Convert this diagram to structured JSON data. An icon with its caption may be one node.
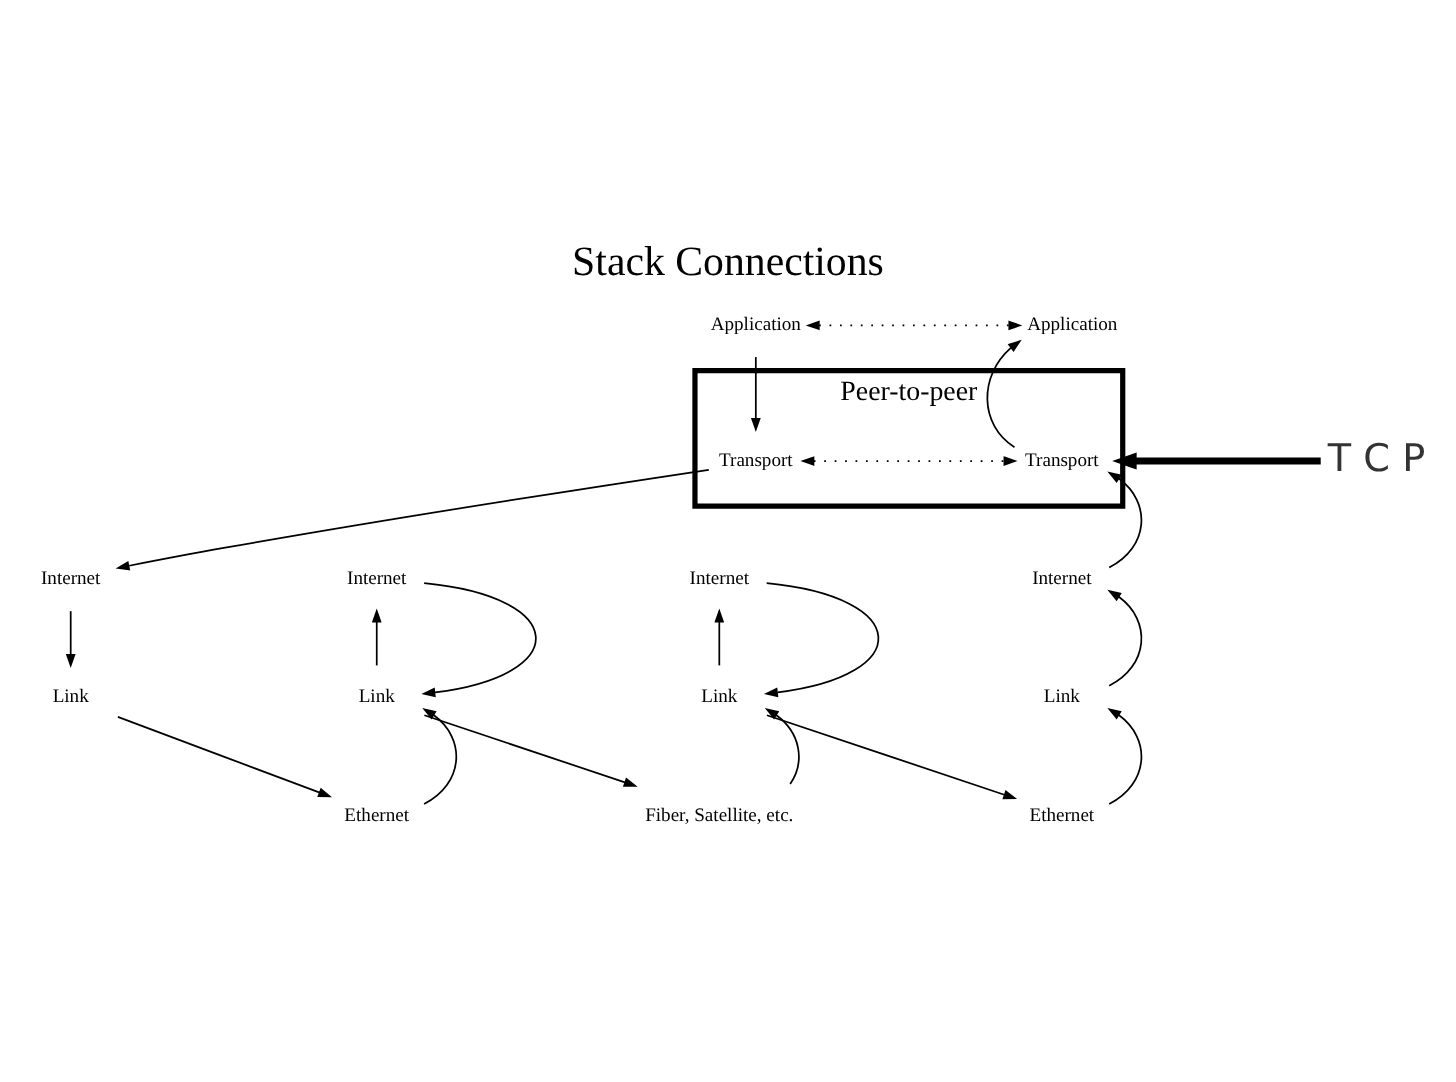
{
  "diagram": {
    "title": "Stack Connections",
    "nodes": [
      {
        "text": [
          "Application"
        ]
      },
      {
        "text": [
          "Application"
        ]
      },
      {
        "text": [
          "Peer-to-peer"
        ]
      },
      {
        "text": [
          "Transport"
        ],
        "in": 2
      },
      {
        "text": [
          "Transport"
        ],
        "in": 2
      },
      {
        "text": [
          "T C P"
        ]
      },
      {
        "text": [
          "Internet"
        ]
      },
      {
        "text": [
          "Internet"
        ]
      },
      {
        "text": [
          "Internet"
        ]
      },
      {
        "text": [
          "Internet"
        ]
      },
      {
        "text": [
          "Link"
        ]
      },
      {
        "text": [
          "Link"
        ]
      },
      {
        "text": [
          "Link"
        ]
      },
      {
        "text": [
          "Link"
        ]
      },
      {
        "text": [
          "Ethernet"
        ]
      },
      {
        "text": [
          "Fiber, Satellite, etc."
        ]
      },
      {
        "text": [
          "Ethernet"
        ]
      }
    ],
    "edges": [
      {
        "from": 0,
        "to": 1,
        "arrow": "both",
        "style": "dashed"
      },
      {
        "from": 0,
        "to": 3,
        "arrow": "to"
      },
      {
        "from": 4,
        "to": 1,
        "arrow": "to"
      },
      {
        "from": 3,
        "to": 4,
        "arrow": "both",
        "style": "dashed"
      },
      {
        "from": 5,
        "to": 2,
        "arrow": "to",
        "style": "thick"
      },
      {
        "from": 3,
        "to": 6,
        "arrow": "to"
      },
      {
        "from": 9,
        "to": 4,
        "arrow": "to"
      },
      {
        "from": 6,
        "to": 10,
        "arrow": "to"
      },
      {
        "from": 11,
        "to": 7,
        "arrow": "to"
      },
      {
        "from": 7,
        "to": 11,
        "arrow": "to"
      },
      {
        "from": 12,
        "to": 8,
        "arrow": "to"
      },
      {
        "from": 8,
        "to": 12,
        "arrow": "to"
      },
      {
        "from": 13,
        "to": 9,
        "arrow": "to"
      },
      {
        "from": 10,
        "to": 14,
        "arrow": "to"
      },
      {
        "from": 14,
        "to": 11,
        "arrow": "to"
      },
      {
        "from": 11,
        "to": 15,
        "arrow": "to"
      },
      {
        "from": 15,
        "to": 12,
        "arrow": "to"
      },
      {
        "from": 12,
        "to": 16,
        "arrow": "to"
      },
      {
        "from": 16,
        "to": 13,
        "arrow": "to"
      }
    ]
  }
}
